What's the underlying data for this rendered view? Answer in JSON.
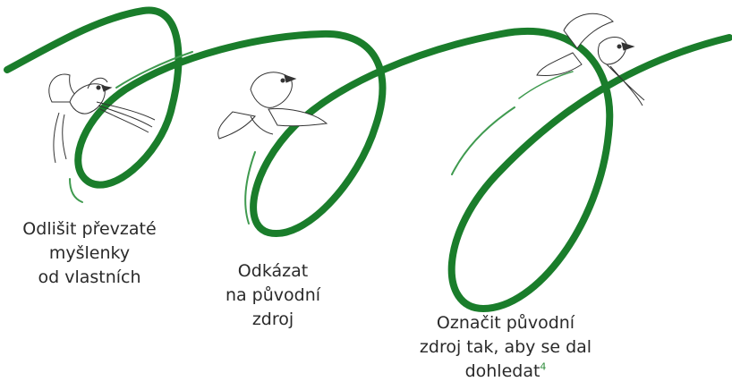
{
  "colors": {
    "ribbon": "#1a7d2b",
    "ribbon_light": "#3f9a4f",
    "bird_stroke": "#333333",
    "text": "#2a2a2a",
    "footnote": "#2e8b3a"
  },
  "steps": [
    {
      "lines": [
        "Odlišit převzaté",
        "myšlenky",
        "od vlastních"
      ]
    },
    {
      "lines": [
        "Odkázat",
        "na původní",
        "zdroj"
      ]
    },
    {
      "lines": [
        "Označit původní",
        "zdroj tak, aby se dal"
      ],
      "last_line": "dohledat",
      "footnote": "4"
    }
  ],
  "icons": [
    "bird-icon",
    "bird-icon",
    "bird-icon"
  ]
}
